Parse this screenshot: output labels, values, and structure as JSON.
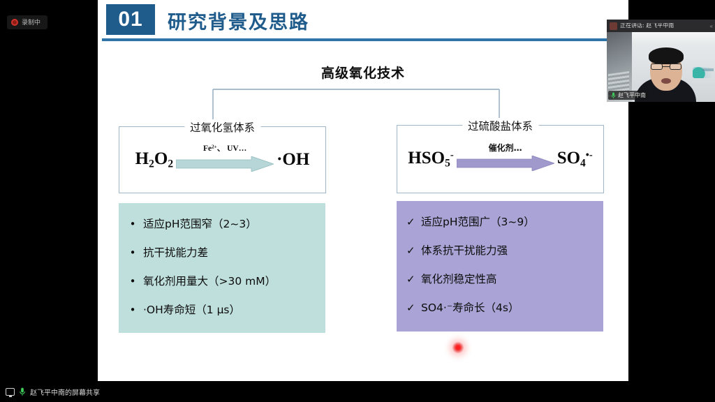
{
  "meeting": {
    "recording_label": "录制中",
    "recording_icon": "record-dot-icon",
    "share_bar_text": "赵飞平中南的屏幕共享",
    "share_bar_monitor_icon": "monitor-icon",
    "share_bar_mic_icon": "microphone-icon"
  },
  "video_tile": {
    "speaking_label": "正在讲话: 赵飞平中南",
    "speaker_icon": "speaking-icon",
    "chevrons": "«",
    "participant_name": "赵飞平中南",
    "mic_icon": "microphone-icon"
  },
  "slide": {
    "section_number": "01",
    "title": "研究背景及思路",
    "main_heading": "高级氧化技术",
    "groups": [
      {
        "label": "过氧化氢体系",
        "reactant": "H2O2",
        "reactant_html": "H<sub>2</sub>O<sub>2</sub>",
        "arrow_label": "Fe2+、UV…",
        "arrow_label_html": "Fe<sup>2+</sup>、 UV…",
        "product": "·OH",
        "arrow_color": "#b7d6d8"
      },
      {
        "label": "过硫酸盐体系",
        "reactant": "HSO5-",
        "reactant_html": "HSO<sub>5</sub><sup>-</sup>",
        "arrow_label": "催化剂…",
        "arrow_label_html": "催化剂…",
        "product": "SO4·-",
        "product_html": "SO<sub>4</sub><sup>•-</sup>",
        "arrow_color": "#9f99cc"
      }
    ],
    "panels": [
      {
        "marker": "•",
        "bg_color": "#bfdfdd",
        "bullets": [
          "适应pH范围窄（2~3）",
          "抗干扰能力差",
          "氧化剂用量大（>30 mM）",
          "·OH寿命短（1 μs）"
        ]
      },
      {
        "marker": "✓",
        "bg_color": "#aaa4d6",
        "bullets": [
          "适应pH范围广（3~9）",
          "体系抗干扰能力强",
          "氧化剂稳定性高",
          "SO4·⁻寿命长（4s）"
        ]
      }
    ],
    "accent_color": "#1F5C8B",
    "rule_color": "#2E74A8"
  },
  "pointer": {
    "laser_label": "laser-pointer-dot"
  }
}
